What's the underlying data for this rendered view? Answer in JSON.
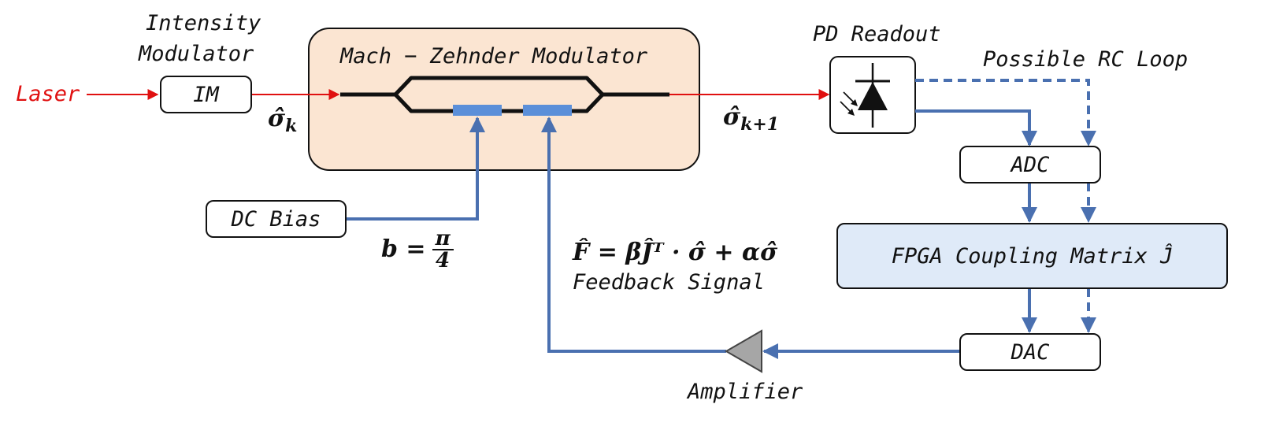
{
  "colors": {
    "laser_red": "#e01010",
    "signal_blue": "#4a70b0",
    "electrode_blue": "#5b8fd9",
    "mzm_fill": "#fbe5d2",
    "fpga_fill": "#dfeaf8",
    "amplifier_fill": "#a6a6a6"
  },
  "labels": {
    "laser": "Laser",
    "intensity_modulator_line1": "Intensity",
    "intensity_modulator_line2": "Modulator",
    "im_box": "IM",
    "mzm_title": "Mach − Zehnder Modulator",
    "pd_readout": "PD Readout",
    "possible_rc_loop": "Possible RC Loop",
    "adc": "ADC",
    "fpga": "FPGA Coupling Matrix Ĵ",
    "dac": "DAC",
    "dc_bias": "DC Bias",
    "feedback_signal": "Feedback Signal",
    "amplifier": "Amplifier"
  },
  "math": {
    "sigma_k_base": "σ̂",
    "sigma_k_sub": "k",
    "sigma_k1_base": "σ̂",
    "sigma_k1_sub": "k+1",
    "bias_lhs": "b =",
    "bias_num": "π",
    "bias_den": "4",
    "feedback_formula": "F̂ = βĴᵀ · σ̂ + ασ̂"
  },
  "icons": {
    "photodiode": "photodiode-icon",
    "amplifier": "amplifier-triangle-icon"
  }
}
